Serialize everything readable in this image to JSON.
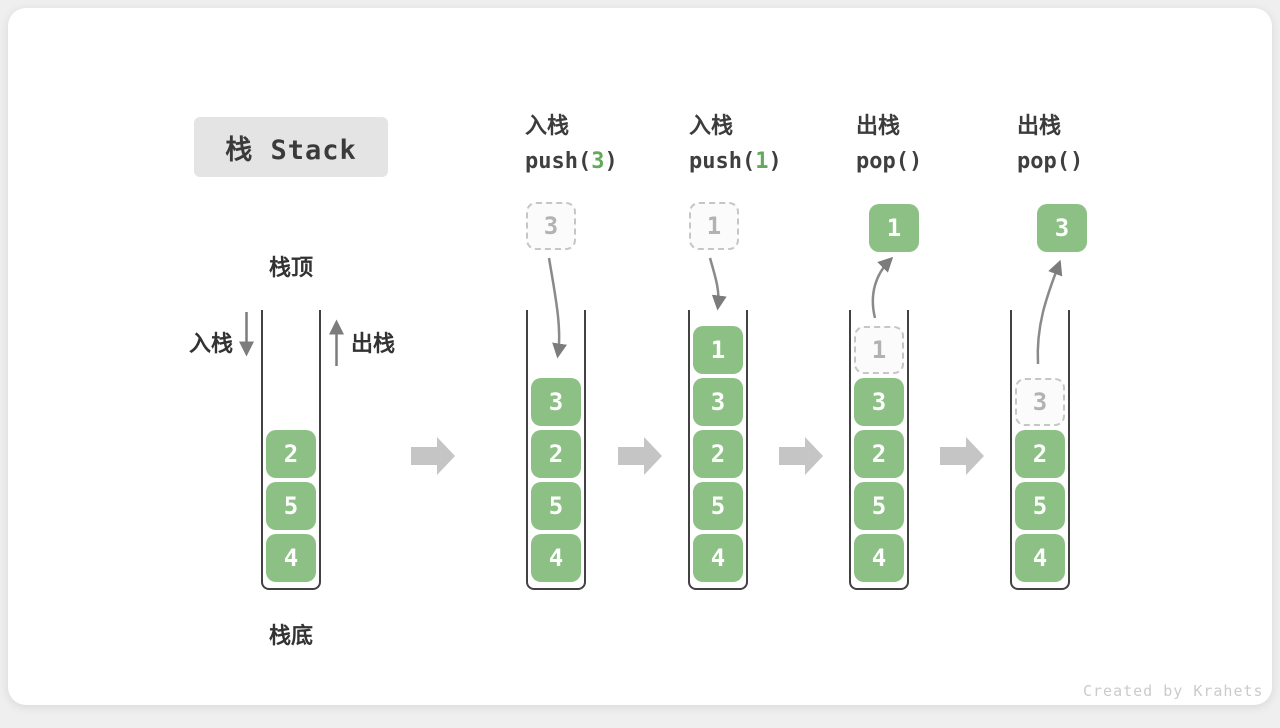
{
  "title": {
    "text": "栈 Stack"
  },
  "colors": {
    "cell_green": "#8CC084",
    "code_arg_green": "#62a95c",
    "ghost_border": "#c6c6c6",
    "ghost_text": "#b2b2b2",
    "curve_arrow": "#8a8a8a",
    "block_arrow": "#c5c5c5",
    "stack_wall": "#424242",
    "card_bg": "#ffffff",
    "page_bg": "#efefef",
    "title_box_bg": "#e4e4e4"
  },
  "annotations": {
    "stack_top": "栈顶",
    "stack_bottom": "栈底",
    "push_side": "入栈",
    "pop_side": "出栈"
  },
  "stages": [
    {
      "name": "initial",
      "cells": [
        {
          "v": "2"
        },
        {
          "v": "5"
        },
        {
          "v": "4"
        }
      ]
    },
    {
      "name": "push-3",
      "title": "入栈",
      "code_prefix": "push(",
      "code_arg": "3",
      "code_suffix": ")",
      "floating": {
        "v": "3",
        "kind": "ghost"
      },
      "cells": [
        {
          "v": "3"
        },
        {
          "v": "2"
        },
        {
          "v": "5"
        },
        {
          "v": "4"
        }
      ]
    },
    {
      "name": "push-1",
      "title": "入栈",
      "code_prefix": "push(",
      "code_arg": "1",
      "code_suffix": ")",
      "floating": {
        "v": "1",
        "kind": "ghost"
      },
      "cells": [
        {
          "v": "1"
        },
        {
          "v": "3"
        },
        {
          "v": "2"
        },
        {
          "v": "5"
        },
        {
          "v": "4"
        }
      ]
    },
    {
      "name": "pop-1",
      "title": "出栈",
      "code": "pop()",
      "floating": {
        "v": "1",
        "kind": "solid"
      },
      "cells": [
        {
          "v": "1",
          "ghost": true
        },
        {
          "v": "3"
        },
        {
          "v": "2"
        },
        {
          "v": "5"
        },
        {
          "v": "4"
        }
      ]
    },
    {
      "name": "pop-3",
      "title": "出栈",
      "code": "pop()",
      "floating": {
        "v": "3",
        "kind": "solid"
      },
      "cells": [
        {
          "v": "3",
          "ghost": true
        },
        {
          "v": "2"
        },
        {
          "v": "5"
        },
        {
          "v": "4"
        }
      ]
    }
  ],
  "footer": {
    "credit": "Created by Krahets"
  }
}
